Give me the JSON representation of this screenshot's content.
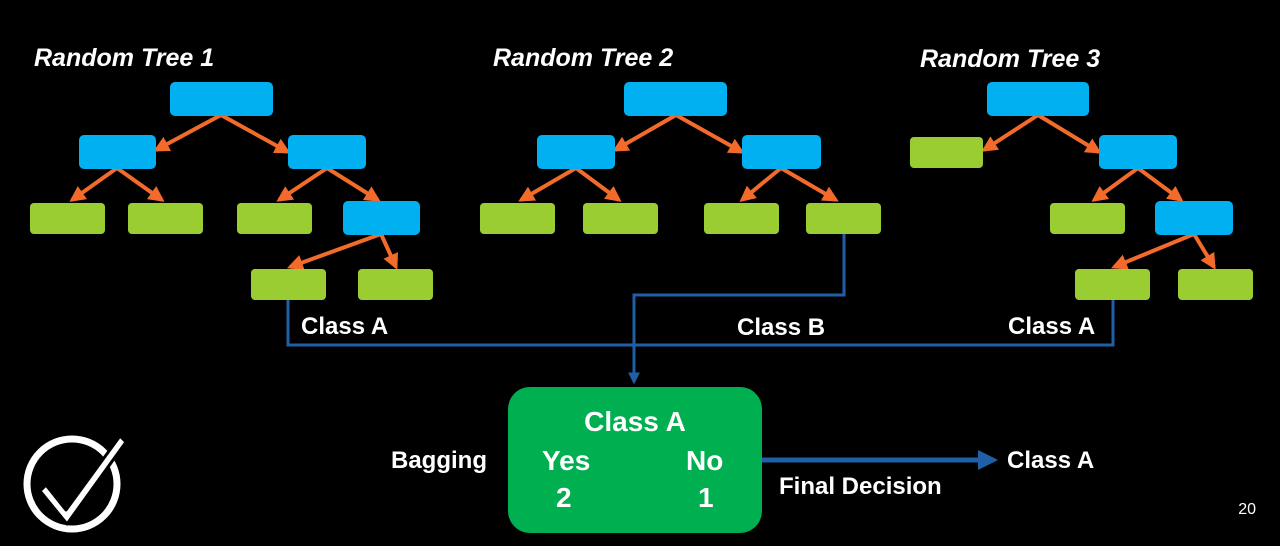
{
  "trees": [
    {
      "title": "Random Tree 1",
      "result": "Class A"
    },
    {
      "title": "Random Tree 2",
      "result": "Class B"
    },
    {
      "title": "Random Tree 3",
      "result": "Class A"
    }
  ],
  "voting": {
    "method_label": "Bagging",
    "winner": "Class A",
    "yes_label": "Yes",
    "no_label": "No",
    "yes_count": "2",
    "no_count": "1"
  },
  "final": {
    "label": "Final Decision",
    "result": "Class A"
  },
  "page_number": "20",
  "colors": {
    "background": "#000000",
    "internal_node": "#00b0f0",
    "leaf_node": "#9acd32",
    "edge": "#f26b2a",
    "path_line": "#1f5fa6",
    "vote_box": "#00b050"
  },
  "icons": {
    "approval": "checkmark-circle-icon"
  }
}
